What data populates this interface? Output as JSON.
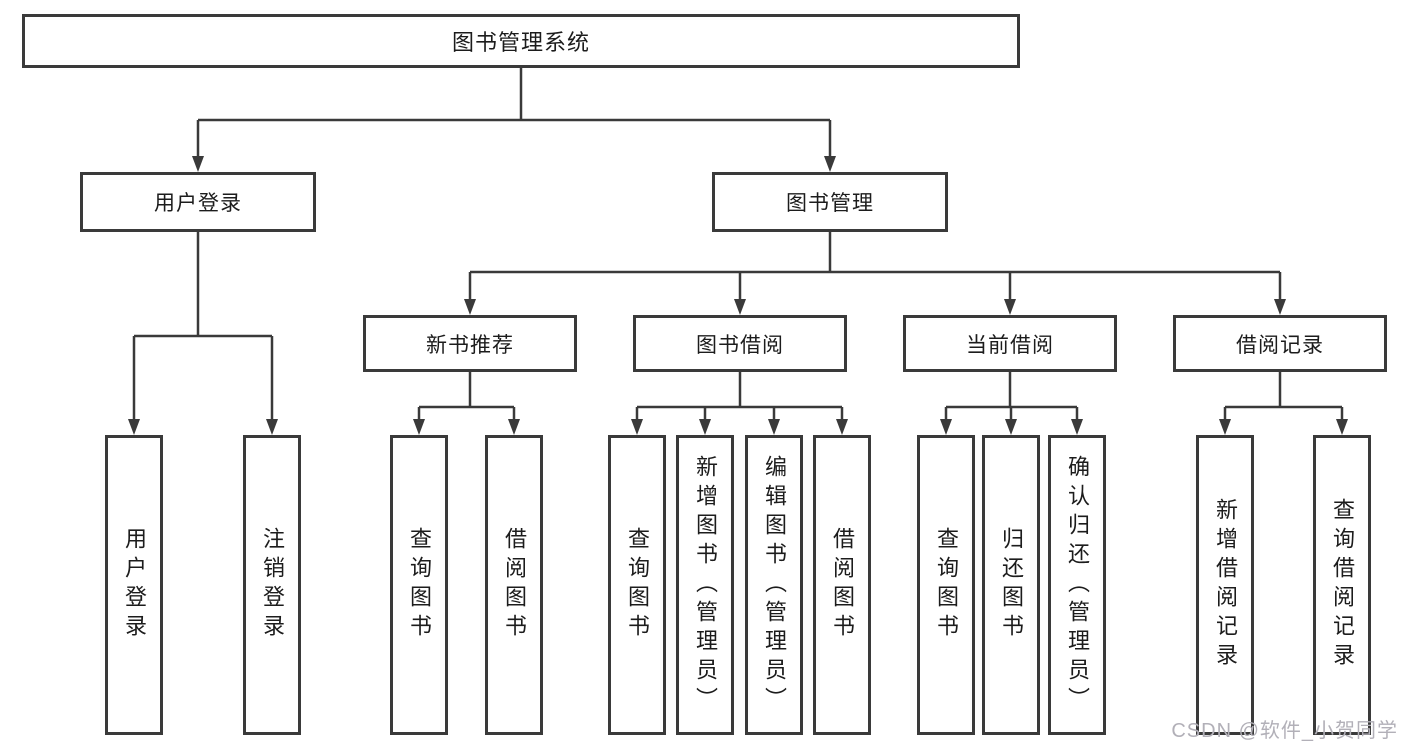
{
  "tree": {
    "label": "图书管理系统",
    "children": [
      {
        "label": "用户登录",
        "children": [
          {
            "label": "用户登录"
          },
          {
            "label": "注销登录"
          }
        ]
      },
      {
        "label": "图书管理",
        "children": [
          {
            "label": "新书推荐",
            "children": [
              {
                "label": "查询图书"
              },
              {
                "label": "借阅图书"
              }
            ]
          },
          {
            "label": "图书借阅",
            "children": [
              {
                "label": "查询图书"
              },
              {
                "label": "新增图书（管理员）"
              },
              {
                "label": "编辑图书（管理员）"
              },
              {
                "label": "借阅图书"
              }
            ]
          },
          {
            "label": "当前借阅",
            "children": [
              {
                "label": "查询图书"
              },
              {
                "label": "归还图书"
              },
              {
                "label": "确认归还（管理员）"
              }
            ]
          },
          {
            "label": "借阅记录",
            "children": [
              {
                "label": "新增借阅记录"
              },
              {
                "label": "查询借阅记录"
              }
            ]
          }
        ]
      }
    ]
  },
  "watermark": {
    "text": "CSDN @软件_小贺同学"
  },
  "colors": {
    "line": "#3a3a3a",
    "border": "#3a3a3a",
    "text": "#1c1c1c",
    "background": "#ffffff",
    "watermark": "#b2b0b8"
  }
}
